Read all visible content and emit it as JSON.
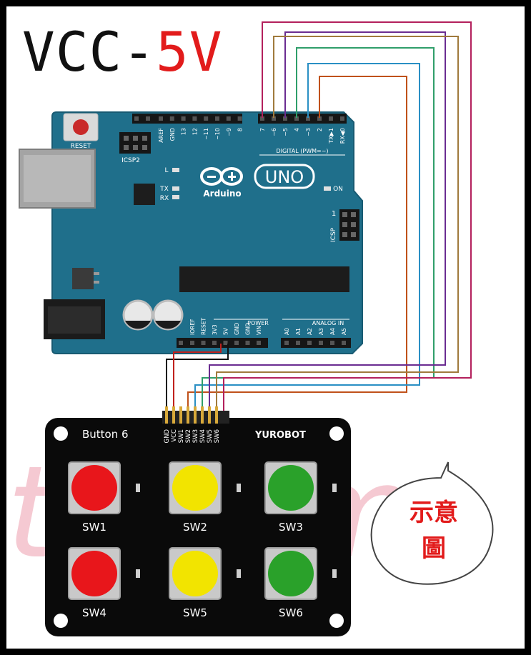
{
  "title": {
    "prefix": "VCC-",
    "voltage": "5V"
  },
  "arduino": {
    "reset": "RESET",
    "icsp2": "ICSP2",
    "logo": "Arduino",
    "uno": "UNO",
    "on": "ON",
    "l": "L",
    "tx": "TX",
    "rx": "RX",
    "icsp": "ICSP",
    "icsp_pin1": "1",
    "digital": "DIGITAL (PWM=~)",
    "digital_pins": [
      "AREF",
      "GND",
      "13",
      "12",
      "~11",
      "~10",
      "~9",
      "8",
      "7",
      "~6",
      "~5",
      "4",
      "~3",
      "2",
      "TX▶1",
      "RX◀0"
    ],
    "power_header": "POWER",
    "power_pins": [
      "IOREF",
      "RESET",
      "3V3",
      "5V",
      "GND",
      "GND",
      "VIN"
    ],
    "analog_header": "ANALOG IN",
    "analog_pins": [
      "A0",
      "A1",
      "A2",
      "A3",
      "A4",
      "A5"
    ]
  },
  "module": {
    "name": "Button 6",
    "brand": "YUROBOT",
    "pins": [
      "GND",
      "VCC",
      "SW1",
      "SW2",
      "SW3",
      "SW4",
      "SW5",
      "SW6"
    ],
    "buttons": [
      {
        "label": "SW1",
        "color": "#e8161b"
      },
      {
        "label": "SW2",
        "color": "#f2e400"
      },
      {
        "label": "SW3",
        "color": "#2aa12a"
      },
      {
        "label": "SW4",
        "color": "#e8161b"
      },
      {
        "label": "SW5",
        "color": "#f2e400"
      },
      {
        "label": "SW6",
        "color": "#2aa12a"
      }
    ]
  },
  "watermark": "twarm",
  "note": {
    "line1": "示意",
    "line2": "圖"
  },
  "colors": {
    "board": "#1f6f8b",
    "wire_sw1": "#c0511a",
    "wire_sw2": "#2a8fc4",
    "wire_sw3": "#2f9e6a",
    "wire_sw4": "#6a2c91",
    "wire_sw5": "#a07a3c",
    "wire_sw6": "#b3205c",
    "wire_gnd": "#111111",
    "wire_vcc": "#c0211d"
  }
}
